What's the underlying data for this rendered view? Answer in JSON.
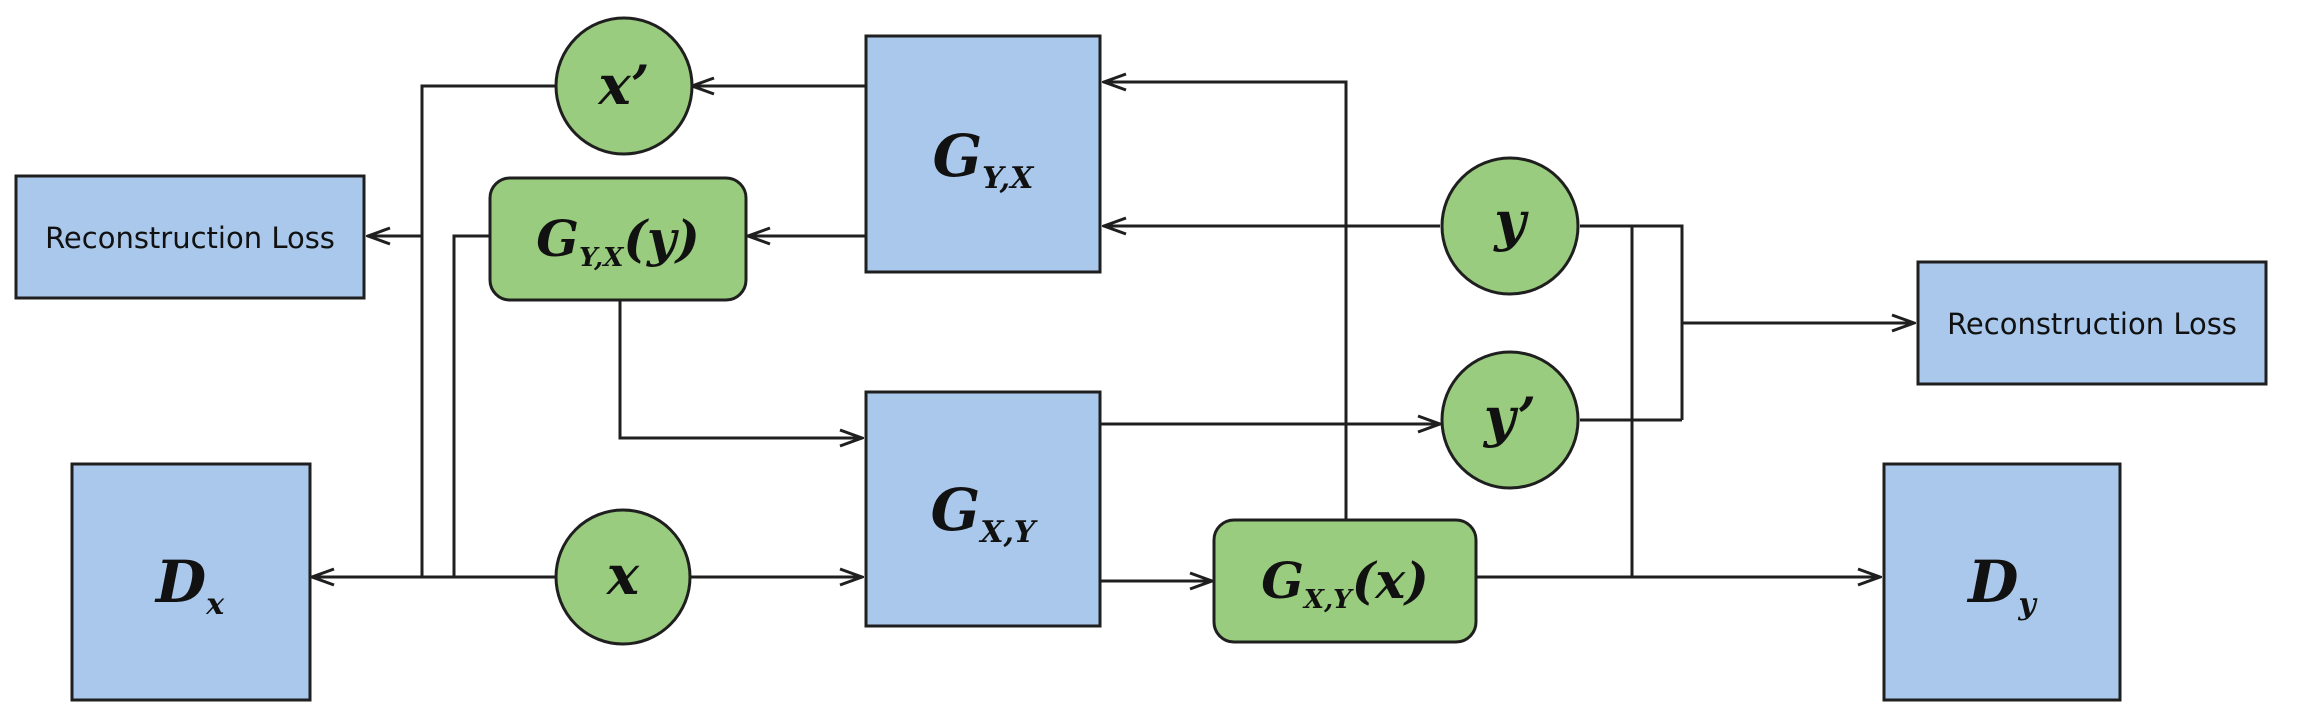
{
  "nodes": {
    "reconstruction_loss_left": "Reconstruction Loss",
    "reconstruction_loss_right": "Reconstruction Loss",
    "generator_yx": {
      "base": "G",
      "sub": "Y,X"
    },
    "generator_xy": {
      "base": "G",
      "sub": "X,Y"
    },
    "generated_x": {
      "base": "G",
      "sub": "Y,X",
      "arg": "(y)"
    },
    "generated_y": {
      "base": "G",
      "sub": "X,Y",
      "arg": "(x)"
    },
    "discriminator_x": {
      "base": "D",
      "sub": "x"
    },
    "discriminator_y": {
      "base": "D",
      "sub": "y"
    },
    "x": "x",
    "x_prime": "x’",
    "y": "y",
    "y_prime": "y’"
  },
  "colors": {
    "blue_block": "#a9c8ec",
    "green_node": "#99cc7e",
    "line": "#1f1f1f"
  }
}
